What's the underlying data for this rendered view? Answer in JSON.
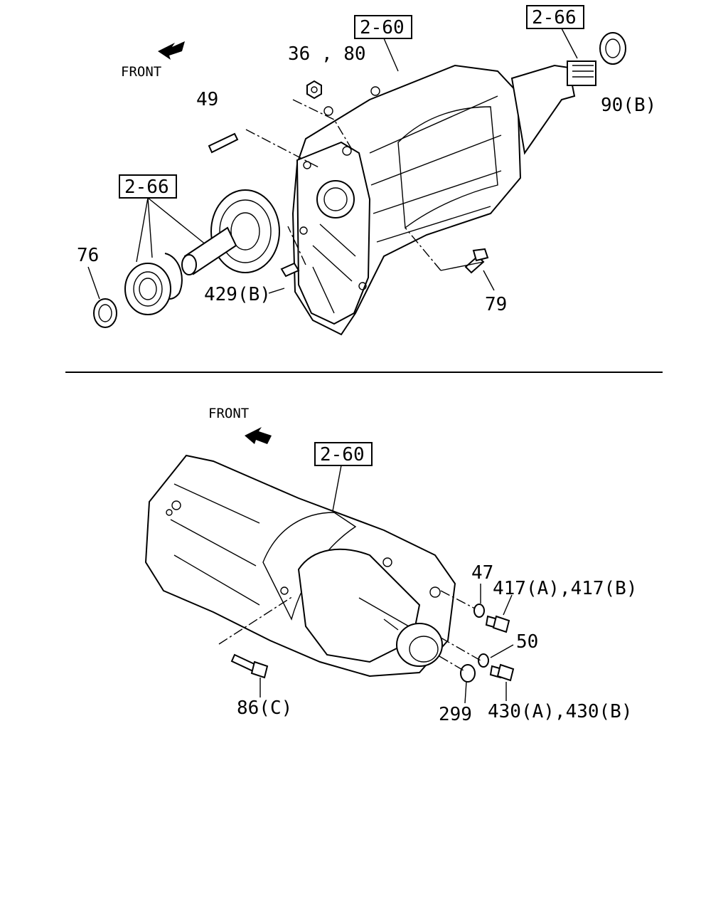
{
  "top": {
    "front_label": "FRONT",
    "ref_case": "2-60",
    "ref_rear": "2-66",
    "ref_shaft": "2-66",
    "parts": {
      "nut": "36 , 80",
      "stud": "49",
      "rear_seal": "90(B)",
      "front_seal": "76",
      "dowel": "429(B)",
      "bolt": "79"
    }
  },
  "bottom": {
    "front_label": "FRONT",
    "ref_case": "2-60",
    "parts": {
      "oring_upper": "47",
      "plug_upper": "417(A),417(B)",
      "oring_lower": "50",
      "plug_lower": "430(A),430(B)",
      "seal": "299",
      "bolt": "86(C)"
    }
  }
}
